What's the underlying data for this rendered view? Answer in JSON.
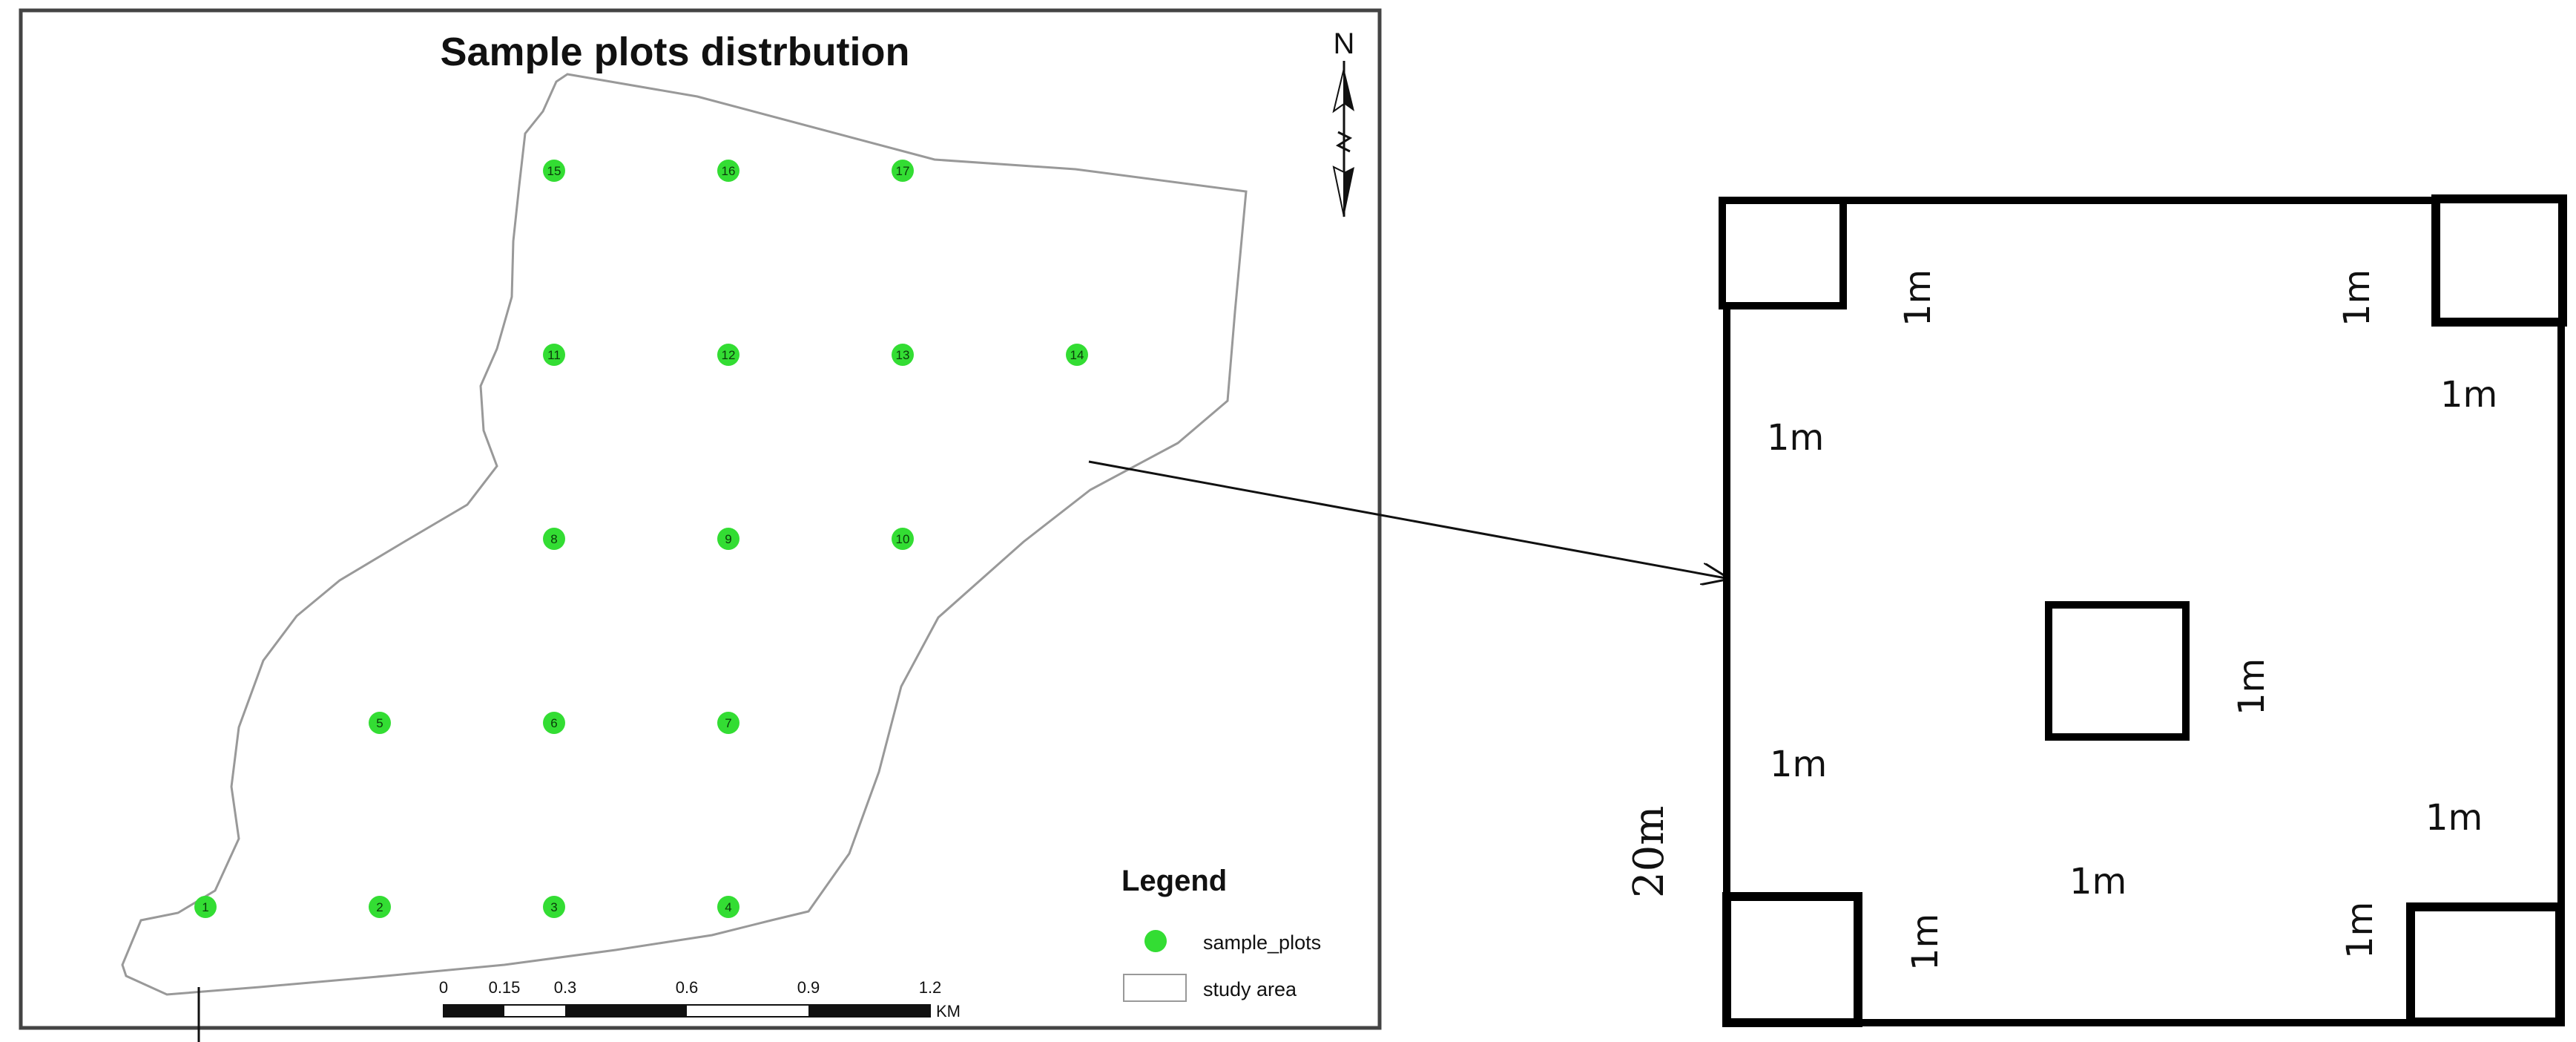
{
  "map": {
    "title": "Sample plots distrbution",
    "north_label": "N",
    "legend": {
      "title": "Legend",
      "items": [
        {
          "label": "sample_plots",
          "symbol": "green-dot"
        },
        {
          "label": "study area",
          "symbol": "white-box"
        }
      ]
    },
    "scale_bar": {
      "ticks": [
        "0",
        "0.15",
        "0.3",
        "0.6",
        "0.9",
        "1.2"
      ],
      "unit": "KM"
    },
    "sample_plots": [
      {
        "id": "1"
      },
      {
        "id": "2"
      },
      {
        "id": "3"
      },
      {
        "id": "4"
      },
      {
        "id": "5"
      },
      {
        "id": "6"
      },
      {
        "id": "7"
      },
      {
        "id": "8"
      },
      {
        "id": "9"
      },
      {
        "id": "10"
      },
      {
        "id": "11"
      },
      {
        "id": "12"
      },
      {
        "id": "13"
      },
      {
        "id": "14"
      },
      {
        "id": "15"
      },
      {
        "id": "16"
      },
      {
        "id": "17"
      }
    ],
    "plot_color": "#33dd33",
    "boundary_color": "#999999"
  },
  "diagram": {
    "side_label": "20m",
    "subplot_labels": {
      "top_left": "1m",
      "top_left_side": "1m",
      "top_right": "1m",
      "top_right_side": "1m",
      "center": "1m",
      "mid_left": "1m",
      "mid_right": "1m",
      "bottom_left": "1m",
      "bottom_center": "1m",
      "bottom_right": "1m"
    }
  }
}
